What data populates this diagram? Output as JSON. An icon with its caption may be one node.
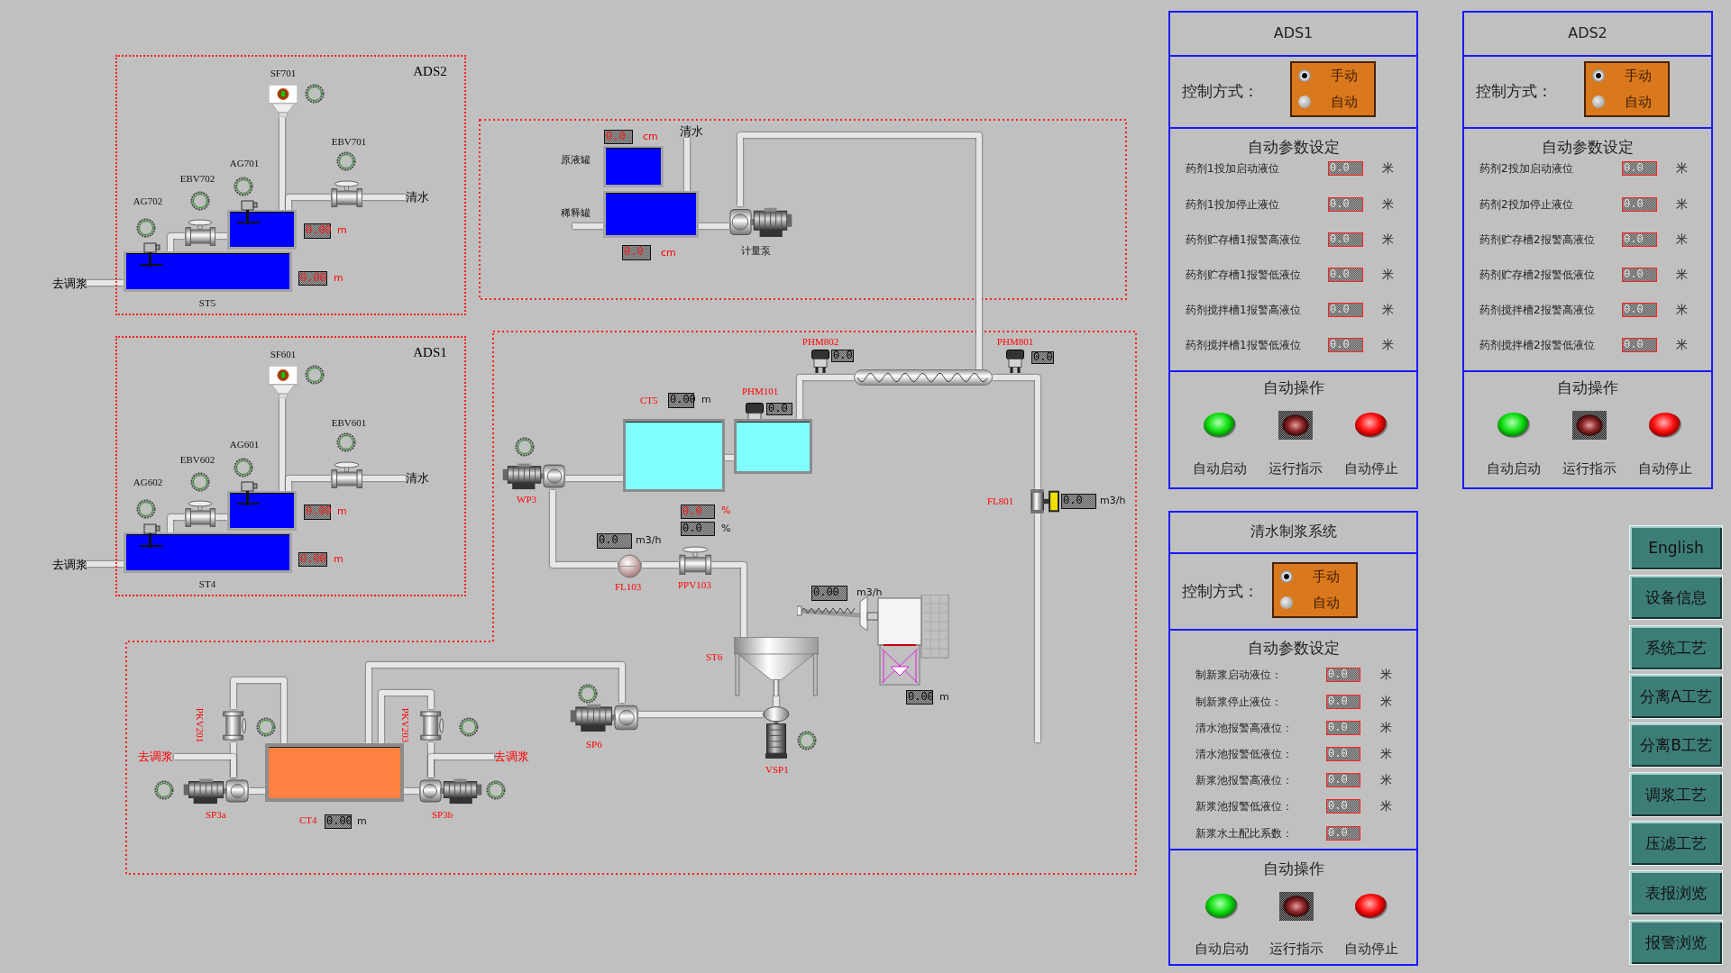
{
  "diagram": {
    "nodes": [
      {
        "text": [
          "ADS2"
        ]
      },
      {
        "text": [
          "SF701"
        ],
        "in": 0
      },
      {
        "text": [],
        "shape": "box",
        "in": 0,
        "beside": [
          "0.00",
          "m"
        ]
      },
      {
        "text": [
          "EBV701"
        ],
        "in": 0
      },
      {
        "text": [
          "清水"
        ],
        "in": 0
      },
      {
        "text": [
          "EBV702"
        ],
        "in": 0
      },
      {
        "text": [
          "ST5"
        ],
        "in": 0,
        "beside": [
          "0.00",
          "m"
        ]
      },
      {
        "text": [
          "去调浆"
        ]
      },
      {
        "text": [
          "ADS1"
        ]
      },
      {
        "text": [
          "SF601"
        ],
        "in": 8
      },
      {
        "text": [],
        "shape": "box",
        "in": 8,
        "beside": [
          "0.00",
          "m"
        ]
      },
      {
        "text": [
          "EBV601"
        ],
        "in": 8
      },
      {
        "text": [
          "清水"
        ],
        "in": 8
      },
      {
        "text": [
          "EBV602"
        ],
        "in": 8
      },
      {
        "text": [
          "ST4"
        ],
        "in": 8,
        "beside": [
          "0.00",
          "m"
        ]
      },
      {
        "text": [
          "去调浆"
        ]
      },
      {
        "text": [
          "原液罐"
        ],
        "beside": [
          "0.0",
          "cm"
        ]
      },
      {
        "text": [
          "清水"
        ]
      },
      {
        "text": [
          "稀释罐"
        ],
        "beside": [
          "0.0",
          "cm"
        ]
      },
      {
        "text": [
          "计量泵"
        ]
      },
      {
        "text": [
          "PHM802"
        ],
        "beside": [
          "0.0"
        ]
      },
      {
        "text": [],
        "shape": "cylinder"
      },
      {
        "text": [
          "PHM801"
        ],
        "beside": [
          "0.0"
        ]
      },
      {
        "text": [
          "CT5"
        ],
        "beside": [
          "0.00",
          "m"
        ]
      },
      {
        "text": [
          "PHM101"
        ],
        "beside": [
          "0.0"
        ]
      },
      {
        "text": [],
        "shape": "box"
      },
      {
        "text": [
          "WP3"
        ]
      },
      {
        "text": [
          "FL801"
        ],
        "beside": [
          "0.0",
          "m3/h"
        ]
      },
      {
        "text": [
          "FL103"
        ],
        "beside": [
          "0.0",
          "m3/h"
        ]
      },
      {
        "text": [
          "PPV103"
        ],
        "beside": [
          "0.0",
          "%",
          "0.0",
          "%"
        ]
      },
      {
        "text": [
          "ST6"
        ]
      },
      {
        "text": [
          "SP6"
        ]
      },
      {
        "text": [
          "VSP1"
        ]
      },
      {
        "text": [
          "CT4"
        ],
        "beside": [
          "0.00",
          "m"
        ]
      },
      {
        "text": [
          "PKV201"
        ]
      },
      {
        "text": [
          "PKV203"
        ]
      },
      {
        "text": [
          "去调浆"
        ]
      },
      {
        "text": [
          "去调浆"
        ]
      },
      {
        "text": [
          "SP3a"
        ]
      },
      {
        "text": [
          "SP3b"
        ]
      },
      {
        "text": [
          "ADS1"
        ]
      },
      {
        "text": [
          "控制方式："
        ],
        "in": 40
      },
      {
        "text": [
          "手动",
          "自动"
        ],
        "in": 41
      },
      {
        "text": [
          "自动参数设定",
          "药剂1投加启动液位",
          "0.0",
          "米",
          "药剂1投加停止液位",
          "0.0",
          "米",
          "药剂贮存槽1报警高液位",
          "0.0",
          "米",
          "药剂贮存槽1报警低液位",
          "0.0",
          "米",
          "药剂搅拌槽1报警高液位",
          "0.0",
          "米",
          "药剂搅拌槽1报警低液位",
          "0.0",
          "米"
        ],
        "in": 40
      },
      {
        "text": [
          "自动操作",
          "自动启动",
          "运行指示",
          "自动停止"
        ],
        "in": 40
      },
      {
        "text": [
          "ADS2"
        ]
      },
      {
        "text": [
          "控制方式："
        ],
        "in": 45
      },
      {
        "text": [
          "手动",
          "自动"
        ],
        "in": 46
      },
      {
        "text": [
          "自动参数设定",
          "药剂2投加启动液位",
          "0.0",
          "米",
          "药剂2投加停止液位",
          "0.0",
          "米",
          "药剂贮存槽2报警高液位",
          "0.0",
          "米",
          "药剂贮存槽2报警低液位",
          "0.0",
          "米",
          "药剂搅拌槽2报警高液位",
          "0.0",
          "米",
          "药剂搅拌槽2报警低液位",
          "0.0",
          "米"
        ],
        "in": 45
      },
      {
        "text": [
          "自动操作",
          "自动启动",
          "运行指示",
          "自动停止"
        ],
        "in": 45
      },
      {
        "text": [
          "清水制浆系统"
        ]
      },
      {
        "text": [
          "控制方式："
        ],
        "in": 50
      },
      {
        "text": [
          "手动",
          "自动"
        ],
        "in": 51
      },
      {
        "text": [
          "自动参数设定",
          "制新浆启动液位：",
          "0.0",
          "米",
          "制新浆停止液位：",
          "0.0",
          "米",
          "清水池报警高液位：",
          "0.0",
          "米",
          "清水池报警低液位：",
          "0.0",
          "米",
          "新浆池报警高液位：",
          "0.0",
          "米",
          "新浆池报警低液位：",
          "0.0",
          "米",
          "新浆水土配比系数：",
          "0.0"
        ],
        "in": 50
      },
      {
        "text": [
          "自动操作",
          "自动启动",
          "运行指示",
          "自动停止"
        ],
        "in": 50
      },
      {
        "text": [
          "English"
        ]
      },
      {
        "text": [
          "设备信息"
        ]
      },
      {
        "text": [
          "系统工艺"
        ]
      },
      {
        "text": [
          "分离A工艺"
        ]
      },
      {
        "text": [
          "分离B工艺"
        ]
      },
      {
        "text": [
          "调浆工艺"
        ]
      },
      {
        "text": [
          "压滤工艺"
        ]
      },
      {
        "text": [
          "表报浏览"
        ]
      },
      {
        "text": [
          "报警浏览"
        ]
      }
    ],
    "edges": [
      {
        "from": 1,
        "to": 2,
        "arrow": "none"
      },
      {
        "from": 4,
        "to": 3,
        "arrow": "none"
      },
      {
        "from": 3,
        "to": 2,
        "arrow": "none"
      },
      {
        "from": 2,
        "to": 5,
        "arrow": "none"
      },
      {
        "from": 5,
        "to": 6,
        "arrow": "none"
      },
      {
        "from": 6,
        "to": 7,
        "arrow": "none"
      },
      {
        "from": 9,
        "to": 10,
        "arrow": "none"
      },
      {
        "from": 12,
        "to": 11,
        "arrow": "none"
      },
      {
        "from": 11,
        "to": 10,
        "arrow": "none"
      },
      {
        "from": 10,
        "to": 13,
        "arrow": "none"
      },
      {
        "from": 13,
        "to": 14,
        "arrow": "none"
      },
      {
        "from": 14,
        "to": 15,
        "arrow": "none"
      },
      {
        "from": null,
        "to": 18,
        "arrow": "none"
      },
      {
        "from": 17,
        "to": 18,
        "arrow": "none"
      },
      {
        "from": 18,
        "to": 19,
        "arrow": "none"
      },
      {
        "from": 19,
        "to": 21,
        "arrow": "none"
      },
      {
        "from": 25,
        "to": 21,
        "arrow": "none"
      },
      {
        "from": 21,
        "to": 27,
        "arrow": "none"
      },
      {
        "from": 27,
        "to": null,
        "arrow": "none"
      },
      {
        "from": 23,
        "to": 25,
        "arrow": "none"
      },
      {
        "from": 23,
        "to": 26,
        "arrow": "none"
      },
      {
        "from": 26,
        "to": 28,
        "arrow": "none"
      },
      {
        "from": 28,
        "to": 29,
        "arrow": "none"
      },
      {
        "from": 29,
        "to": 30,
        "arrow": "none"
      },
      {
        "from": 30,
        "to": 32,
        "arrow": "none"
      },
      {
        "from": 32,
        "to": 31,
        "arrow": "none"
      },
      {
        "from": 31,
        "to": 33,
        "arrow": "none"
      },
      {
        "from": 33,
        "to": 38,
        "arrow": "none"
      },
      {
        "from": 38,
        "to": 34,
        "arrow": "none"
      },
      {
        "from": 34,
        "to": 33,
        "arrow": "none"
      },
      {
        "from": 38,
        "to": 36,
        "arrow": "none"
      },
      {
        "from": 33,
        "to": 39,
        "arrow": "none"
      },
      {
        "from": 39,
        "to": 35,
        "arrow": "none"
      },
      {
        "from": 35,
        "to": 33,
        "arrow": "none"
      },
      {
        "from": 39,
        "to": 37,
        "arrow": "none"
      }
    ],
    "labels": [
      "AG701",
      "AG702",
      "AG601",
      "AG602",
      "0.00",
      "m3/h",
      "0.00",
      "m"
    ]
  }
}
